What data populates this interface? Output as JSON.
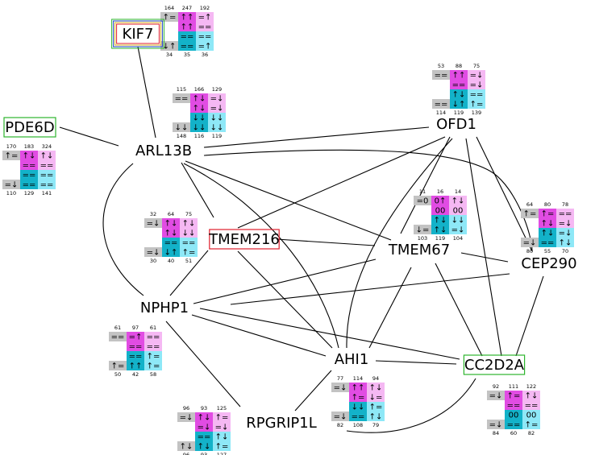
{
  "colors": {
    "gray": "#c3c3c3",
    "magenta": "#e14ce3",
    "light_magenta": "#f5b8f3",
    "teal": "#13b2c9",
    "light_cyan": "#8ee8f7",
    "box_green": "#2db52d",
    "box_red": "#e01f2d",
    "box_blue": "#1e44c8",
    "box_yellow": "#d9b020"
  },
  "nodes": [
    {
      "id": "KIF7",
      "label": "KIF7",
      "box": "multi"
    },
    {
      "id": "PDE6D",
      "label": "PDE6D",
      "box": "green"
    },
    {
      "id": "ARL13B",
      "label": "ARL13B",
      "box": "none"
    },
    {
      "id": "OFD1",
      "label": "OFD1",
      "box": "none"
    },
    {
      "id": "TMEM216",
      "label": "TMEM216",
      "box": "red"
    },
    {
      "id": "TMEM67",
      "label": "TMEM67",
      "box": "none"
    },
    {
      "id": "CEP290",
      "label": "CEP290",
      "box": "none"
    },
    {
      "id": "NPHP1",
      "label": "NPHP1",
      "box": "none"
    },
    {
      "id": "AHI1",
      "label": "AHI1",
      "box": "none"
    },
    {
      "id": "CC2D2A",
      "label": "CC2D2A",
      "box": "green"
    },
    {
      "id": "RPGRIP1L",
      "label": "RPGRIP1L",
      "box": "none"
    }
  ],
  "edges": [
    [
      "KIF7",
      "ARL13B"
    ],
    [
      "PDE6D",
      "ARL13B"
    ],
    [
      "ARL13B",
      "OFD1"
    ],
    [
      "ARL13B",
      "CEP290"
    ],
    [
      "ARL13B",
      "TMEM216"
    ],
    [
      "ARL13B",
      "TMEM67"
    ],
    [
      "ARL13B",
      "AHI1"
    ],
    [
      "ARL13B",
      "NPHP1"
    ],
    [
      "OFD1",
      "TMEM216"
    ],
    [
      "OFD1",
      "TMEM67"
    ],
    [
      "OFD1",
      "AHI1"
    ],
    [
      "OFD1",
      "CEP290"
    ],
    [
      "OFD1",
      "CC2D2A"
    ],
    [
      "TMEM216",
      "TMEM67"
    ],
    [
      "TMEM216",
      "NPHP1"
    ],
    [
      "TMEM216",
      "AHI1"
    ],
    [
      "TMEM67",
      "CEP290"
    ],
    [
      "TMEM67",
      "AHI1"
    ],
    [
      "TMEM67",
      "CC2D2A"
    ],
    [
      "TMEM67",
      "NPHP1"
    ],
    [
      "CEP290",
      "NPHP1"
    ],
    [
      "CEP290",
      "CC2D2A"
    ],
    [
      "NPHP1",
      "AHI1"
    ],
    [
      "NPHP1",
      "CC2D2A"
    ],
    [
      "NPHP1",
      "RPGRIP1L"
    ],
    [
      "AHI1",
      "CC2D2A"
    ],
    [
      "AHI1",
      "RPGRIP1L"
    ],
    [
      "CC2D2A",
      "RPGRIP1L"
    ]
  ],
  "glyph_tables": [
    {
      "node": "KIF7",
      "top": [
        "164",
        "247",
        "192"
      ],
      "bottom": [
        "34",
        "35",
        "36"
      ],
      "rows": [
        [
          "↑=",
          "↑↑",
          "=↑"
        ],
        [
          "",
          "↑↑",
          "=="
        ],
        [
          "",
          "==",
          "=="
        ],
        [
          "↓↑",
          "==",
          "=↑"
        ]
      ]
    },
    {
      "node": "ARL13B",
      "top": [
        "115",
        "166",
        "129"
      ],
      "bottom": [
        "148",
        "116",
        "119"
      ],
      "rows": [
        [
          "==",
          "↑↓",
          "=↓"
        ],
        [
          "",
          "↑↓",
          "=↓"
        ],
        [
          "",
          "↓↓",
          "↓↓"
        ],
        [
          "↓↓",
          "↓↓",
          "↓↓"
        ]
      ]
    },
    {
      "node": "PDE6D",
      "top": [
        "170",
        "183",
        "324"
      ],
      "bottom": [
        "110",
        "129",
        "141"
      ],
      "rows": [
        [
          "↑=",
          "↑↓",
          "↑↓"
        ],
        [
          "",
          "==",
          "=="
        ],
        [
          "",
          "==",
          "=="
        ],
        [
          "=↓",
          "==",
          "=="
        ]
      ]
    },
    {
      "node": "OFD1",
      "top": [
        "53",
        "88",
        "75"
      ],
      "bottom": [
        "114",
        "119",
        "139"
      ],
      "rows": [
        [
          "==",
          "↑↑",
          "=↓"
        ],
        [
          "",
          "==",
          "=↓"
        ],
        [
          "",
          "↑↓",
          "=="
        ],
        [
          "==",
          "↓↑",
          "↑="
        ]
      ]
    },
    {
      "node": "TMEM216",
      "top": [
        "32",
        "64",
        "75"
      ],
      "bottom": [
        "30",
        "40",
        "51"
      ],
      "rows": [
        [
          "=↓",
          "↑↓",
          "↑↓"
        ],
        [
          "",
          "↑↓",
          "↓↓"
        ],
        [
          "",
          "==",
          "=="
        ],
        [
          "=↓",
          "↓↑",
          "↑="
        ]
      ]
    },
    {
      "node": "TMEM67",
      "top": [
        "11",
        "16",
        "14"
      ],
      "bottom": [
        "103",
        "119",
        "104"
      ],
      "rows": [
        [
          "=0",
          "0↑",
          "↑↓"
        ],
        [
          "",
          "00",
          "00"
        ],
        [
          "",
          "↑↓",
          "↓↓"
        ],
        [
          "↓=",
          "↑↓",
          "=↓"
        ]
      ]
    },
    {
      "node": "CEP290",
      "top": [
        "64",
        "80",
        "78"
      ],
      "bottom": [
        "80",
        "55",
        "70"
      ],
      "rows": [
        [
          "↑=",
          "↑=",
          "=="
        ],
        [
          "",
          "↑↓",
          "=↓"
        ],
        [
          "",
          "↑↓",
          "=↓"
        ],
        [
          "=↓",
          "==",
          "↑↓"
        ]
      ]
    },
    {
      "node": "NPHP1",
      "top": [
        "61",
        "97",
        "61"
      ],
      "bottom": [
        "50",
        "42",
        "58"
      ],
      "rows": [
        [
          "==",
          "=↑",
          "=="
        ],
        [
          "",
          "==",
          "=="
        ],
        [
          "",
          "==",
          "↑="
        ],
        [
          "↑=",
          "↑↑",
          "↑="
        ]
      ]
    },
    {
      "node": "AHI1",
      "top": [
        "77",
        "114",
        "94"
      ],
      "bottom": [
        "82",
        "108",
        "79"
      ],
      "rows": [
        [
          "=↓",
          "↑↑",
          "↑↓"
        ],
        [
          "",
          "↑=",
          "↓="
        ],
        [
          "",
          "↓↓",
          "↑="
        ],
        [
          "=↓",
          "==",
          "↑↓"
        ]
      ]
    },
    {
      "node": "CC2D2A",
      "top": [
        "92",
        "111",
        "122"
      ],
      "bottom": [
        "84",
        "60",
        "82"
      ],
      "rows": [
        [
          "=↓",
          "↑=",
          "↑↓"
        ],
        [
          "",
          "==",
          "=="
        ],
        [
          "",
          "00",
          "00"
        ],
        [
          "=↓",
          "==",
          "↑="
        ]
      ]
    },
    {
      "node": "RPGRIP1L",
      "top": [
        "96",
        "93",
        "125"
      ],
      "bottom": [
        "96",
        "93",
        "127"
      ],
      "rows": [
        [
          "=↓",
          "↑↓",
          "↑="
        ],
        [
          "",
          "=↓",
          "=↓"
        ],
        [
          "",
          "==",
          "↑↓"
        ],
        [
          "↑↓",
          "↑↓",
          "↑="
        ]
      ]
    }
  ]
}
